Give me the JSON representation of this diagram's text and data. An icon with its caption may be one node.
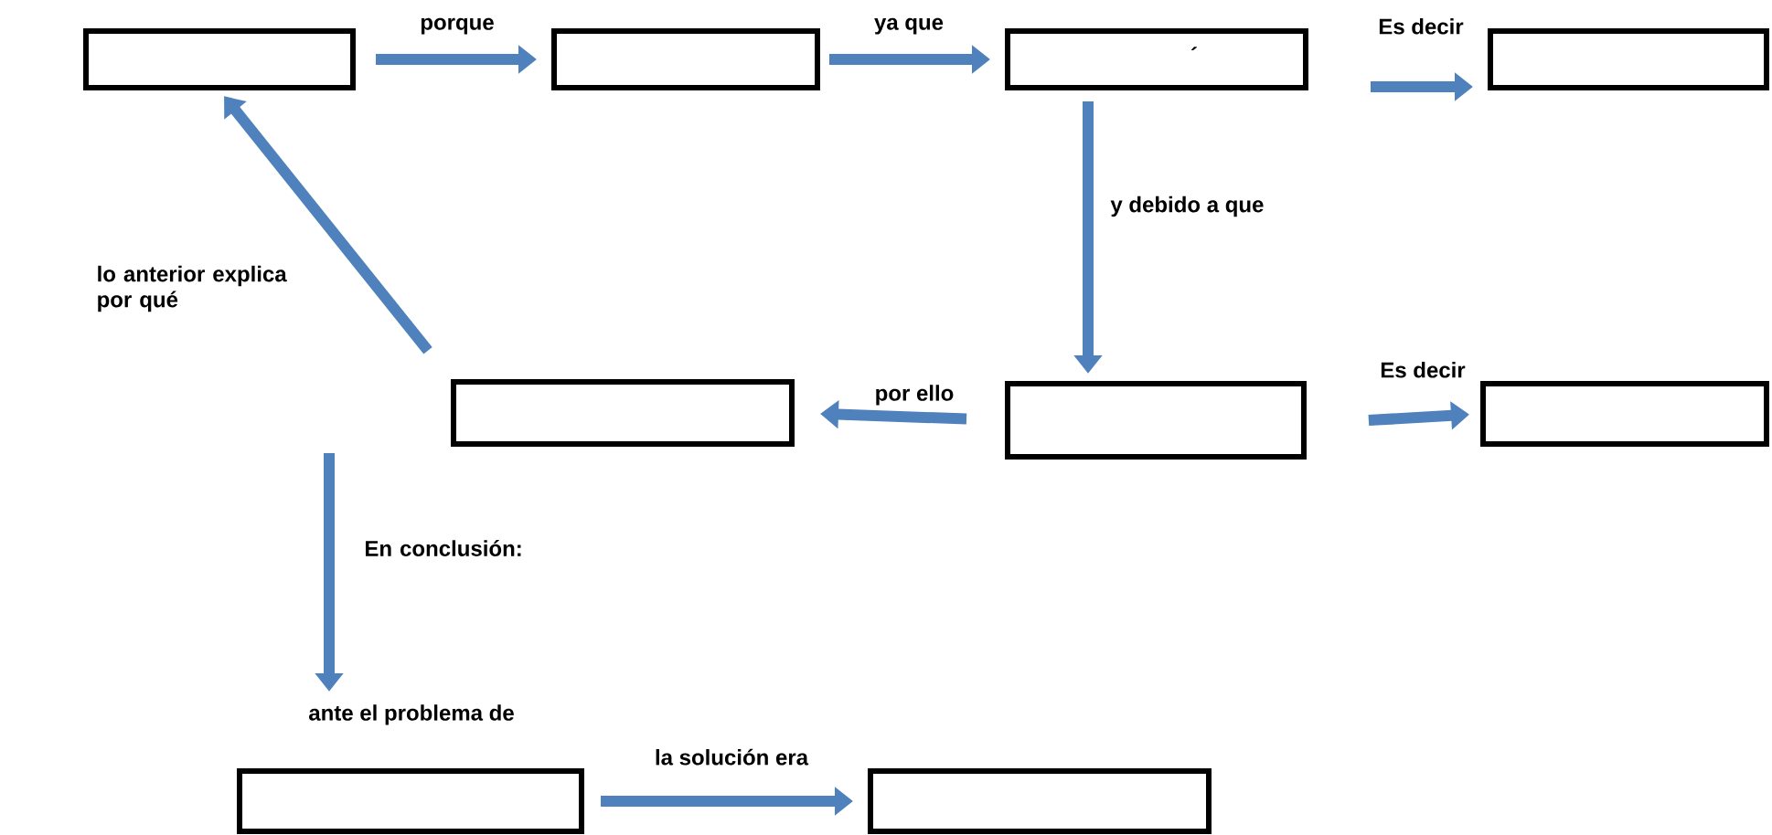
{
  "diagram": {
    "nodes": [
      {
        "text": [],
        "shape": "box"
      },
      {
        "text": [],
        "shape": "box"
      },
      {
        "text": [
          "´"
        ]
      },
      {
        "text": [],
        "shape": "box"
      },
      {
        "text": [],
        "shape": "box"
      },
      {
        "text": [],
        "shape": "box"
      },
      {
        "text": [],
        "shape": "box"
      },
      {
        "text": [
          "ante el problema de"
        ]
      },
      {
        "text": [],
        "shape": "box"
      }
    ],
    "edges": [
      {
        "from": 0,
        "to": 1,
        "arrow": "to",
        "label": "porque"
      },
      {
        "from": 1,
        "to": 2,
        "arrow": "to",
        "label": "ya que"
      },
      {
        "from": 2,
        "to": 3,
        "arrow": "to",
        "label": "Es decir"
      },
      {
        "from": 2,
        "to": 4,
        "arrow": "to",
        "label": "y debido a que"
      },
      {
        "from": 4,
        "to": 5,
        "arrow": "to",
        "label": "Es decir"
      },
      {
        "from": 4,
        "to": 6,
        "arrow": "to",
        "label": "por ello"
      },
      {
        "from": 6,
        "to": 0,
        "arrow": "to",
        "label": "lo anterior explica por qué"
      },
      {
        "from": null,
        "to": 7,
        "arrow": "to",
        "label": "En conclusión:"
      },
      {
        "from": 7,
        "to": 8,
        "arrow": "to",
        "label": "la solución era"
      }
    ]
  }
}
